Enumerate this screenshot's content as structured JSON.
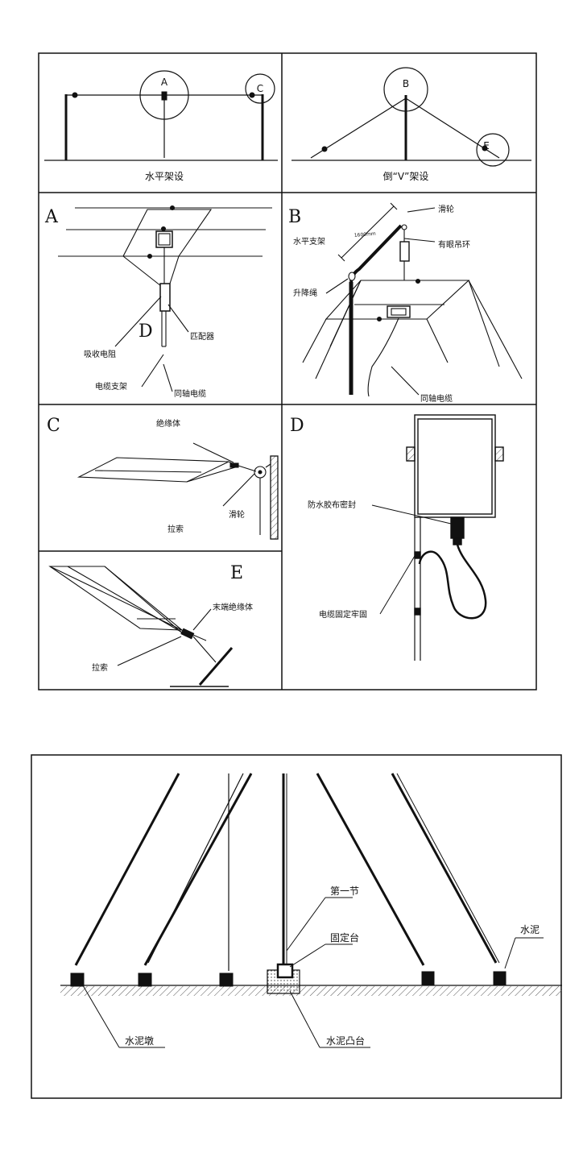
{
  "top_panel": {
    "horizontal": {
      "label": "水平架设",
      "marker_a": "A",
      "marker_c": "C"
    },
    "inverted_v": {
      "label": "倒“V”架设",
      "marker_b": "B",
      "marker_e": "E"
    }
  },
  "detail_a": {
    "letter": "A",
    "sub_letter": "D",
    "absorb_resistor": "吸收电阻",
    "matcher": "匹配器",
    "cable_bracket": "电缆支架",
    "coax_cable": "同轴电缆"
  },
  "detail_b": {
    "letter": "B",
    "pulley": "滑轮",
    "horizontal_bracket": "水平支架",
    "dimension": "1600mm",
    "eye_ring": "有眼吊环",
    "lift_rope": "升降绳",
    "coax_cable": "同轴电缆"
  },
  "detail_c": {
    "letter": "C",
    "insulator": "绝缘体",
    "pulley": "滑轮",
    "guy_rope": "拉索"
  },
  "detail_d": {
    "letter": "D",
    "waterproof_seal": "防水胶布密封",
    "cable_fixing": "电缆固定牢固"
  },
  "detail_e": {
    "letter": "E",
    "end_insulator": "末端绝缘体",
    "guy_rope": "拉索"
  },
  "foundation": {
    "first_section": "第一节",
    "fixing_platform": "固定台",
    "cement": "水泥",
    "cement_pier": "水泥墩",
    "cement_platform": "水泥凸台"
  },
  "colors": {
    "line": "#111111",
    "background": "#ffffff",
    "hatch": "#555555"
  }
}
